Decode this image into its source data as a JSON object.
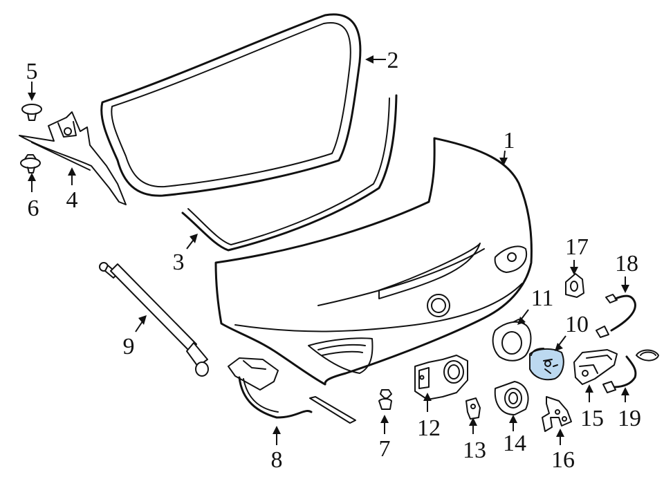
{
  "colors": {
    "line": "#111111",
    "background": "#ffffff",
    "highlight": "#bcd9f0"
  },
  "callouts": [
    {
      "id": "1",
      "label": "1"
    },
    {
      "id": "2",
      "label": "2"
    },
    {
      "id": "3",
      "label": "3"
    },
    {
      "id": "4",
      "label": "4"
    },
    {
      "id": "5",
      "label": "5"
    },
    {
      "id": "6",
      "label": "6"
    },
    {
      "id": "7",
      "label": "7"
    },
    {
      "id": "8",
      "label": "8"
    },
    {
      "id": "9",
      "label": "9"
    },
    {
      "id": "10",
      "label": "10"
    },
    {
      "id": "11",
      "label": "11"
    },
    {
      "id": "12",
      "label": "12"
    },
    {
      "id": "13",
      "label": "13"
    },
    {
      "id": "14",
      "label": "14"
    },
    {
      "id": "15",
      "label": "15"
    },
    {
      "id": "16",
      "label": "16"
    },
    {
      "id": "17",
      "label": "17"
    },
    {
      "id": "18",
      "label": "18"
    },
    {
      "id": "19",
      "label": "19"
    }
  ]
}
